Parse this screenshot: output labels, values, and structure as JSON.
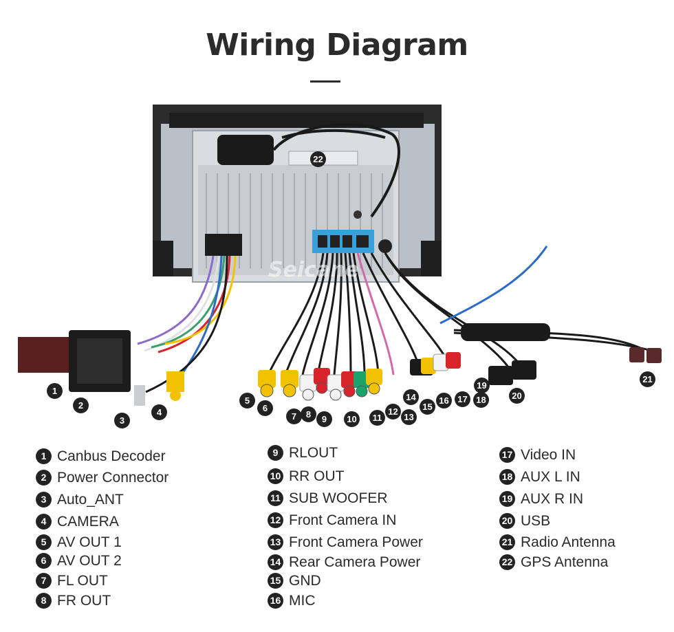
{
  "title": "Wiring Diagram",
  "watermark": "Seicane",
  "legend": [
    {
      "num": "1",
      "label": "Canbus Decoder"
    },
    {
      "num": "2",
      "label": "Power Connector"
    },
    {
      "num": "3",
      "label": "Auto_ANT"
    },
    {
      "num": "4",
      "label": "CAMERA"
    },
    {
      "num": "5",
      "label": "AV OUT 1"
    },
    {
      "num": "6",
      "label": "AV OUT 2"
    },
    {
      "num": "7",
      "label": "FL OUT"
    },
    {
      "num": "8",
      "label": "FR OUT"
    },
    {
      "num": "9",
      "label": "RLOUT"
    },
    {
      "num": "10",
      "label": "RR OUT"
    },
    {
      "num": "11",
      "label": "SUB WOOFER"
    },
    {
      "num": "12",
      "label": "Front Camera IN"
    },
    {
      "num": "13",
      "label": "Front Camera Power"
    },
    {
      "num": "14",
      "label": "Rear Camera Power"
    },
    {
      "num": "15",
      "label": "GND"
    },
    {
      "num": "16",
      "label": "MIC"
    },
    {
      "num": "17",
      "label": "Video IN"
    },
    {
      "num": "18",
      "label": "AUX  L IN"
    },
    {
      "num": "19",
      "label": "AUX  R IN"
    },
    {
      "num": "20",
      "label": "USB"
    },
    {
      "num": "21",
      "label": "Radio Antenna"
    },
    {
      "num": "22",
      "label": "GPS Antenna"
    }
  ],
  "colors": {
    "text": "#2a2a2a",
    "badge": "#222222",
    "rca_yellow": "#f2c200",
    "rca_red": "#d8232a",
    "rca_white": "#f4f4f4",
    "rca_green": "#1aa36b",
    "connector_blue": "#3aa0d8"
  }
}
